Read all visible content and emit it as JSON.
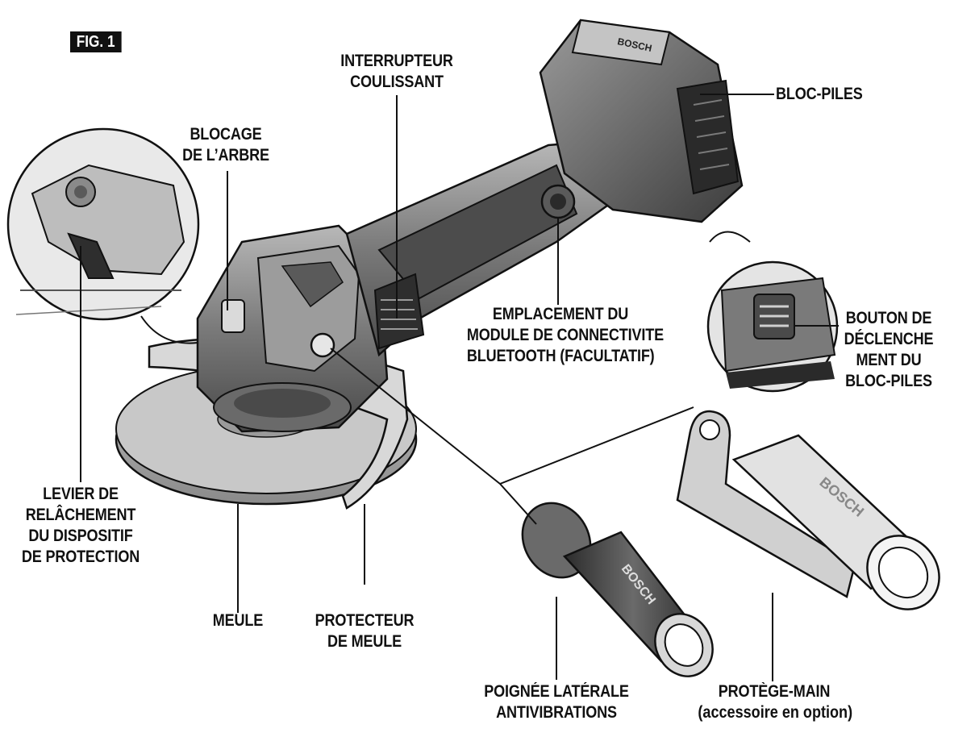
{
  "figure_tag": "FIG. 1",
  "labels": {
    "slide_switch": [
      "INTERRUPTEUR",
      "COULISSANT"
    ],
    "battery_pack": [
      "BLOC-PILES"
    ],
    "spindle_lock": [
      "BLOCAGE",
      "DE L’ARBRE"
    ],
    "bluetooth_module": [
      "EMPLACEMENT DU",
      "MODULE DE CONNECTIVITE",
      "BLUETOOTH (FACULTATIF)"
    ],
    "battery_release": [
      "BOUTON DE",
      "DÉCLENCHE",
      "MENT DU",
      "BLOC-PILES"
    ],
    "guard_release_lever": [
      "LEVIER DE",
      "RELÂCHEMENT",
      "DU DISPOSITIF",
      "DE PROTECTION"
    ],
    "wheel": [
      "MEULE"
    ],
    "wheel_guard": [
      "PROTECTEUR",
      "DE MEULE"
    ],
    "side_handle": [
      "POIGNÉE LATÉRALE",
      "ANTIVIBRATIONS"
    ],
    "hand_guard": [
      "PROTÈGE-MAIN",
      "(accessoire en option)"
    ]
  },
  "brand_marks": [
    "BOSCH",
    "BOSCH",
    "BOSCH"
  ],
  "colors": {
    "ink": "#111111",
    "tool_body": "#8a8a8a",
    "tool_dark": "#3a3a3a",
    "wheel": "#9b9b9b",
    "paper": "#ffffff"
  }
}
